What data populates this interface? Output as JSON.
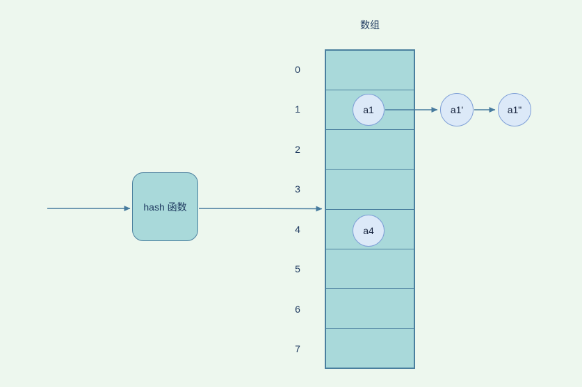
{
  "title": "数组",
  "hash_box": {
    "label": "hash 函数"
  },
  "array": {
    "indices": [
      "0",
      "1",
      "2",
      "3",
      "4",
      "5",
      "6",
      "7"
    ],
    "cell_count": 8
  },
  "nodes": {
    "a1": "a1",
    "a1_prime": "a1'",
    "a1_double_prime": "a1\"",
    "a4": "a4"
  },
  "colors": {
    "background": "#edf7ee",
    "cell_fill": "#a9d9da",
    "outline": "#4a7f9e",
    "node_fill": "#dce9f8",
    "node_border": "#7d9ed6",
    "arrow": "#477b9e",
    "text": "#1f3a60",
    "node_text": "#16233d"
  }
}
